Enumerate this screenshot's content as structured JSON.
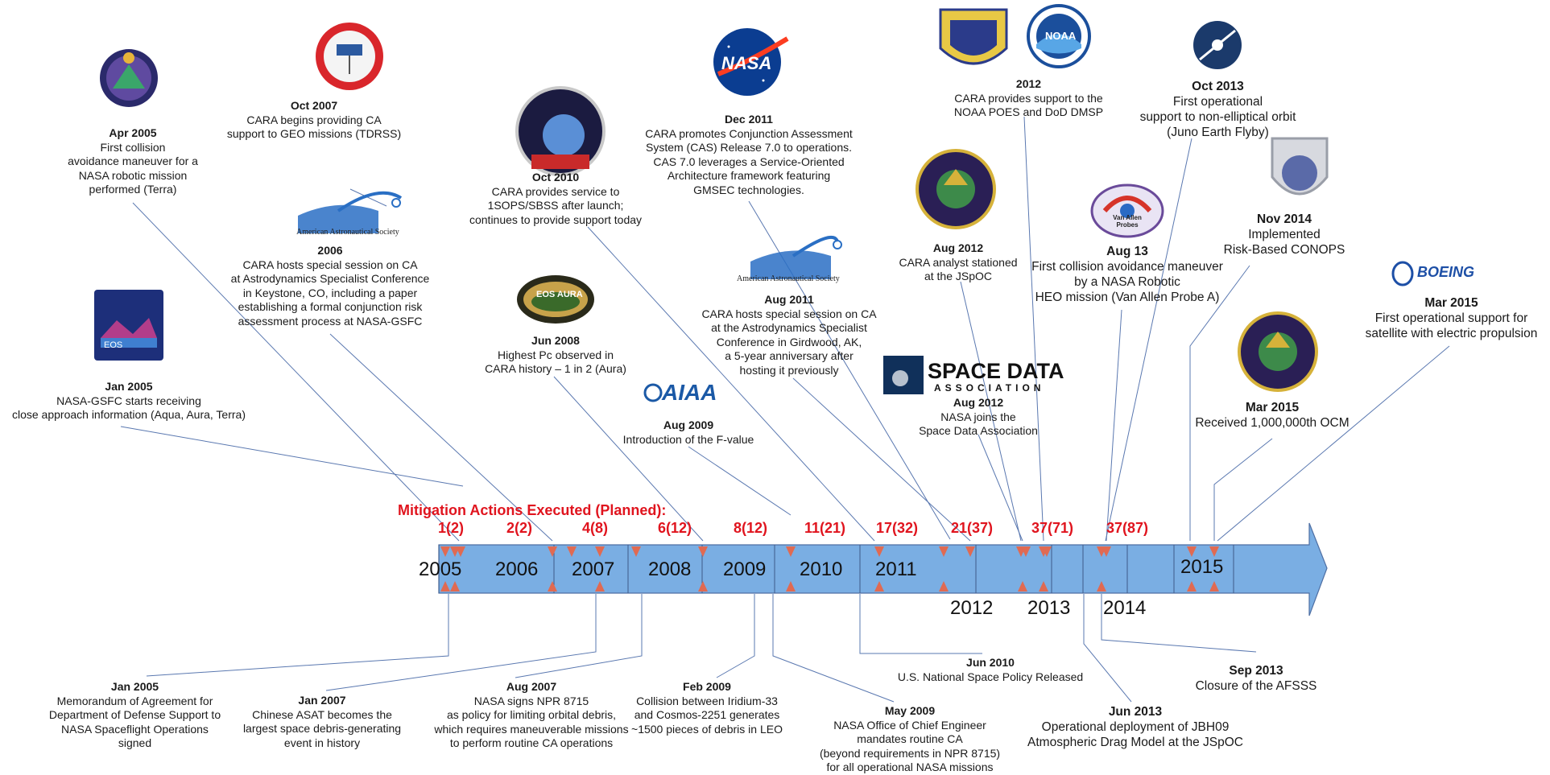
{
  "mitigation_title": "Mitigation Actions Executed (Planned):",
  "years_on_arrow": [
    "2005",
    "2006",
    "2007",
    "2008",
    "2009",
    "2010",
    "2011",
    "2015"
  ],
  "years_below_arrow": [
    "2012",
    "2013",
    "2014"
  ],
  "counts": [
    "1(2)",
    "2(2)",
    "4(8)",
    "6(12)",
    "8(12)",
    "11(21)",
    "17(32)",
    "21(37)",
    "37(71)",
    "37(87)"
  ],
  "logos": {
    "aas": "American Astronautical Society",
    "aiaa": "AIAA",
    "nasa": "NASA",
    "noaa": "NOAA",
    "sda_line1": "SPACE DATA",
    "sda_line2": "ASSOCIATION",
    "boeing": "BOEING",
    "eos": "EOS",
    "eos_aura": "EOS AURA",
    "van_allen": "Van Allen Probes"
  },
  "events_top": [
    {
      "date": "Apr 2005",
      "text": "First collision\navoidance maneuver for a\nNASA robotic mission\nperformed (Terra)"
    },
    {
      "date": "Oct 2007",
      "text": "CARA begins providing CA\nsupport to GEO missions (TDRSS)"
    },
    {
      "date": "2006",
      "text": "CARA hosts special session on CA\nat Astrodynamics Specialist Conference\nin Keystone, CO, including a paper\nestablishing a formal conjunction risk\nassessment process at NASA-GSFC"
    },
    {
      "date": "Jan 2005",
      "text": "NASA-GSFC starts receiving\nclose approach information (Aqua, Aura, Terra)"
    },
    {
      "date": "Oct 2010",
      "text": "CARA provides service to\n1SOPS/SBSS after launch;\ncontinues to provide support today"
    },
    {
      "date": "Jun 2008",
      "text": "Highest Pc observed in\nCARA history – 1 in 2 (Aura)"
    },
    {
      "date": "Aug 2009",
      "text": "Introduction of the F-value"
    },
    {
      "date": "Dec 2011",
      "text": "CARA promotes Conjunction Assessment\nSystem (CAS) Release 7.0 to operations.\nCAS 7.0 leverages a Service-Oriented\nArchitecture framework featuring\nGMSEC technologies."
    },
    {
      "date": "Aug 2011",
      "text": "CARA hosts special session on CA\nat the Astrodynamics Specialist\nConference in Girdwood, AK,\na 5-year anniversary after\nhosting it previously"
    },
    {
      "date": "2012",
      "text": "CARA provides support to the\nNOAA POES and DoD DMSP"
    },
    {
      "date": "Aug 2012",
      "text": "CARA analyst stationed\nat the JSpOC"
    },
    {
      "date": "Aug 2012",
      "text": "NASA joins the\nSpace Data Association"
    },
    {
      "date": "Oct 2013",
      "text": "First operational\nsupport to non-elliptical orbit\n(Juno Earth Flyby)"
    },
    {
      "date": "Aug 13",
      "text": "First collision avoidance maneuver\nby a NASA Robotic\nHEO mission (Van Allen Probe A)"
    },
    {
      "date": "Nov 2014",
      "text": "Implemented\nRisk-Based CONOPS"
    },
    {
      "date": "Mar 2015",
      "text": "First operational support for\nsatellite with electric propulsion"
    },
    {
      "date": "Mar 2015",
      "text": "Received 1,000,000th OCM"
    }
  ],
  "events_bottom": [
    {
      "date": "Jan 2005",
      "text": "Memorandum of Agreement for\nDepartment of Defense Support to\nNASA Spaceflight Operations signed"
    },
    {
      "date": "Jan 2007",
      "text": "Chinese ASAT becomes the\nlargest space debris-generating\nevent in history"
    },
    {
      "date": "Aug 2007",
      "text": "NASA signs NPR 8715\nas policy for limiting orbital debris,\nwhich requires maneuverable missions\nto perform routine CA operations"
    },
    {
      "date": "Feb 2009",
      "text": "Collision between Iridium-33\nand Cosmos-2251 generates\n~1500 pieces of debris in LEO"
    },
    {
      "date": "May 2009",
      "text": "NASA Office of Chief Engineer\nmandates routine CA\n(beyond requirements in NPR 8715)\nfor all operational NASA missions"
    },
    {
      "date": "Jun 2010",
      "text": "U.S. National Space Policy Released"
    },
    {
      "date": "Jun 2013",
      "text": "Operational deployment of JBH09\nAtmospheric Drag Model at the JSpOC"
    },
    {
      "date": "Sep 2013",
      "text": "Closure of the AFSSS"
    }
  ]
}
